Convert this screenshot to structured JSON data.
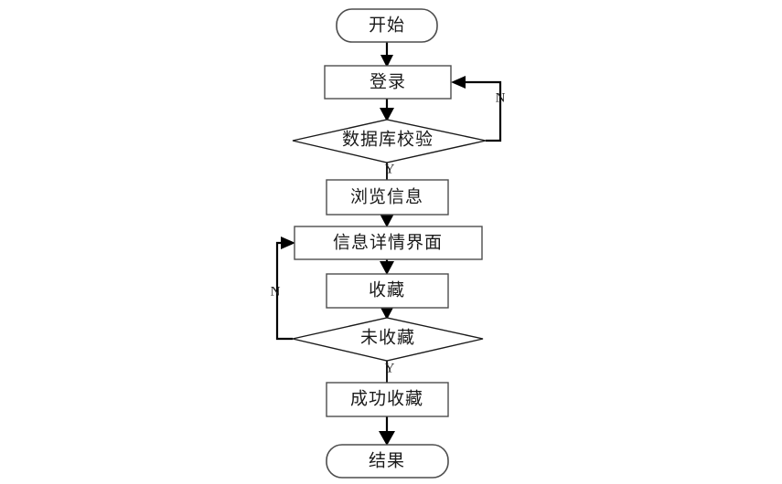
{
  "diagram": {
    "type": "flowchart",
    "orientation": "top-to-bottom",
    "background_color": "#ffffff",
    "line_color": "#000000",
    "box_stroke_color": "#4d4d4d",
    "text_color": "#1a1a1a",
    "nodes": [
      {
        "id": "start",
        "label": "开始",
        "shape": "terminator"
      },
      {
        "id": "login",
        "label": "登录",
        "shape": "process"
      },
      {
        "id": "dbcheck",
        "label": "数据库校验",
        "shape": "decision"
      },
      {
        "id": "browse",
        "label": "浏览信息",
        "shape": "process"
      },
      {
        "id": "detail",
        "label": "信息详情界面",
        "shape": "process"
      },
      {
        "id": "collect",
        "label": "收藏",
        "shape": "process"
      },
      {
        "id": "nocollect",
        "label": "未收藏",
        "shape": "decision"
      },
      {
        "id": "success",
        "label": "成功收藏",
        "shape": "process"
      },
      {
        "id": "result",
        "label": "结果",
        "shape": "terminator"
      }
    ],
    "branch_labels": {
      "dbcheck_no": "N",
      "dbcheck_yes": "Y",
      "nocollect_no": "N",
      "nocollect_yes": "Y"
    }
  }
}
